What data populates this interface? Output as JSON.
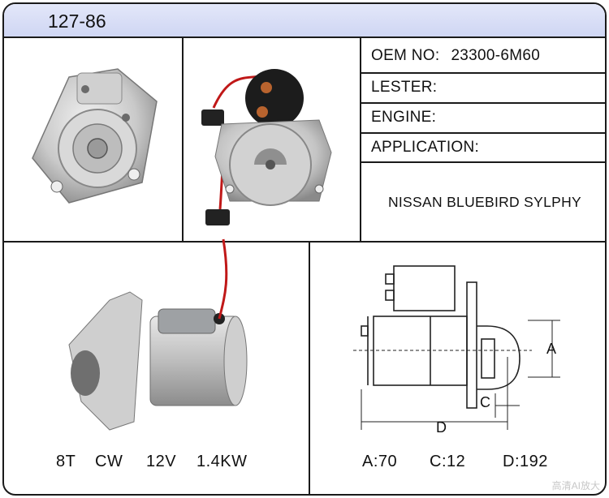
{
  "header": {
    "model_code": "127-86"
  },
  "specs": {
    "oem_label": "OEM  NO:",
    "oem_value": "23300-6M60",
    "lester_label": "LESTER:",
    "lester_value": "",
    "engine_label": "ENGINE:",
    "engine_value": "",
    "application_label": "APPLICATION:",
    "application_value": "NISSAN BLUEBIRD SYLPHY"
  },
  "ratings": {
    "teeth": "8T",
    "rotation": "CW",
    "voltage": "12V",
    "power": "1.4KW"
  },
  "dimensions": {
    "a_label": "A",
    "c_label": "C",
    "d_label": "D",
    "a_value": "A:70",
    "c_value": "C:12",
    "d_value": "D:192"
  },
  "watermark": "高清AI放大"
}
